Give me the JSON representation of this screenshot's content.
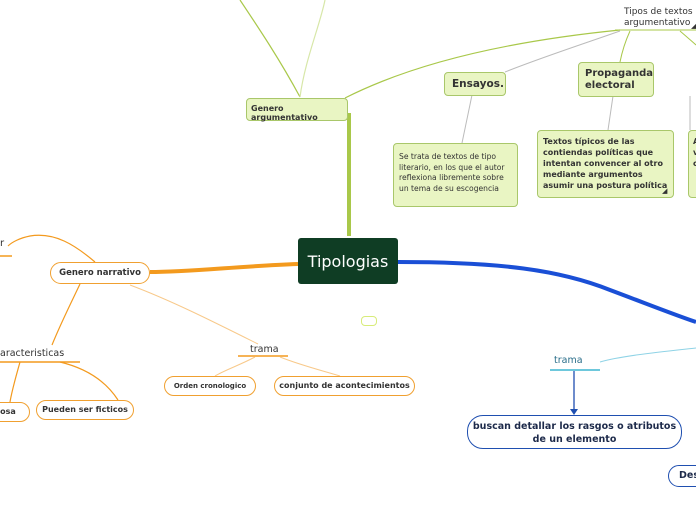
{
  "central": {
    "label": "Tipologias"
  },
  "top": {
    "genero_argumentativo": "Genero argumentativo",
    "tipos_textos_line1": "Tipos de textos",
    "tipos_textos_line2": "argumentativo",
    "ensayos": "Ensayos.",
    "ensayos_desc": "Se trata de textos de tipo literario, en los que el autor reflexiona libremente sobre un tema de su escogencia",
    "propaganda": "Propaganda electoral",
    "propaganda_desc": "Textos típicos de las contiendas políticas que intentan convencer al otro mediante argumentos asumir una postura política",
    "cut_a": "A",
    "cut_v": "v",
    "cut_c": "c"
  },
  "left": {
    "genero_narrativo": "Genero narrativo",
    "cut_r": "r",
    "caracteristicas": "aracteristicas",
    "trama": "trama",
    "orden": "Orden cronologico",
    "conjunto": "conjunto de acontecimientos",
    "pueden": "Pueden ser ficticos",
    "cut_osa": "osa"
  },
  "right": {
    "trama": "trama",
    "buscan": "buscan detallar los rasgos o atributos de un elemento",
    "cut_des": "Des"
  },
  "colors": {
    "green_branch": "#a9c84a",
    "orange_branch": "#f39a1e",
    "blue_branch": "#1a4fd6",
    "central_bg": "#0f3d24"
  }
}
